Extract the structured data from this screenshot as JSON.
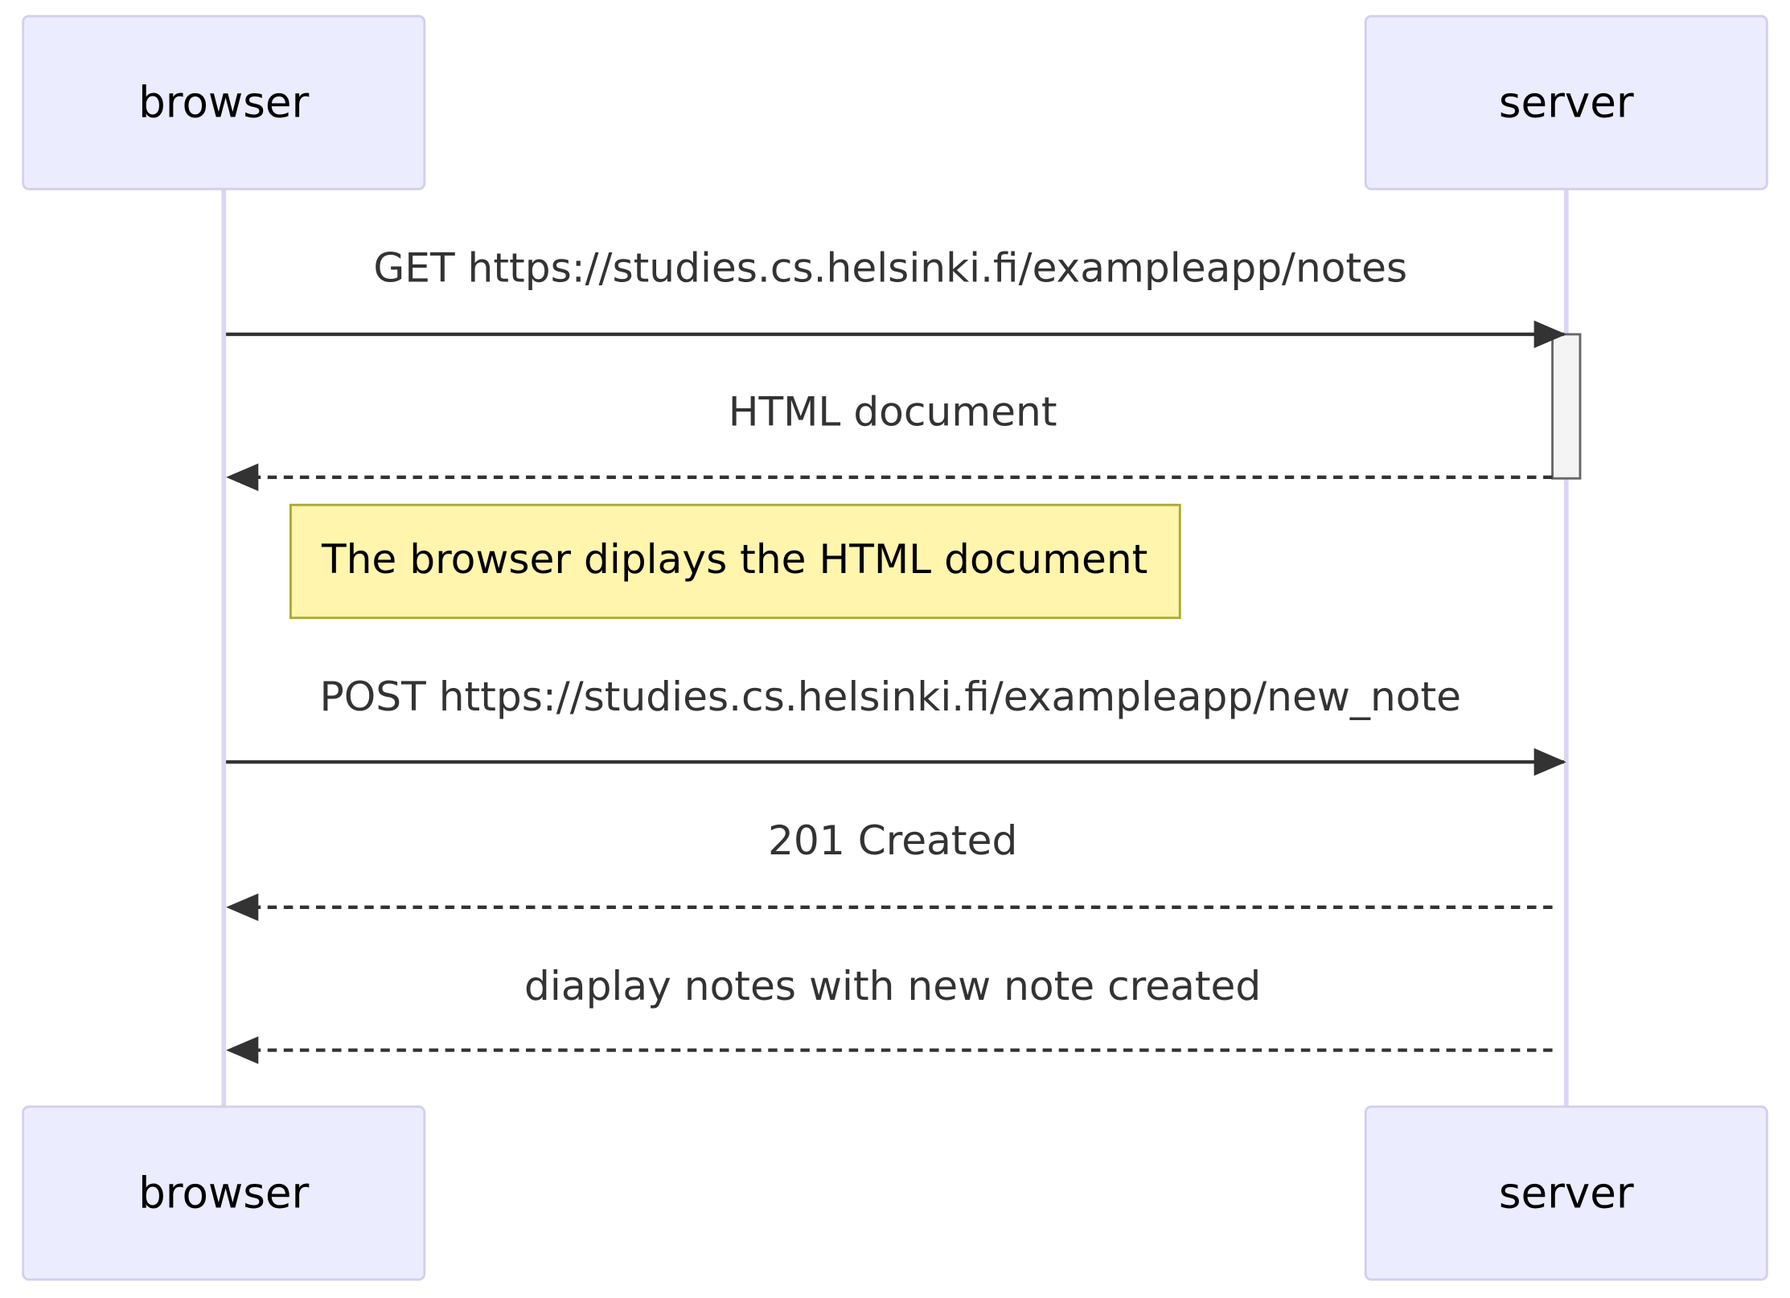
{
  "participants": {
    "browser": "browser",
    "server": "server"
  },
  "messages": [
    {
      "label": "GET https://studies.cs.helsinki.fi/exampleapp/notes",
      "from": "browser",
      "to": "server",
      "style": "solid"
    },
    {
      "label": "HTML document",
      "from": "server",
      "to": "browser",
      "style": "dashed"
    },
    {
      "label": "POST https://studies.cs.helsinki.fi/exampleapp/new_note",
      "from": "browser",
      "to": "server",
      "style": "solid"
    },
    {
      "label": "201 Created",
      "from": "server",
      "to": "browser",
      "style": "dashed"
    },
    {
      "label": "diaplay notes with new note created",
      "from": "server",
      "to": "browser",
      "style": "dashed"
    }
  ],
  "note": {
    "text": "The browser diplays the HTML document",
    "position": "right of browser"
  },
  "colors": {
    "actor_fill": "#ececff",
    "actor_border": "#d5cdf1",
    "lifeline": "#ddd4f5",
    "message_line": "#333333",
    "note_fill": "#fff5ad",
    "note_border": "#aaaa33",
    "activation_fill": "#f4f4f4"
  }
}
